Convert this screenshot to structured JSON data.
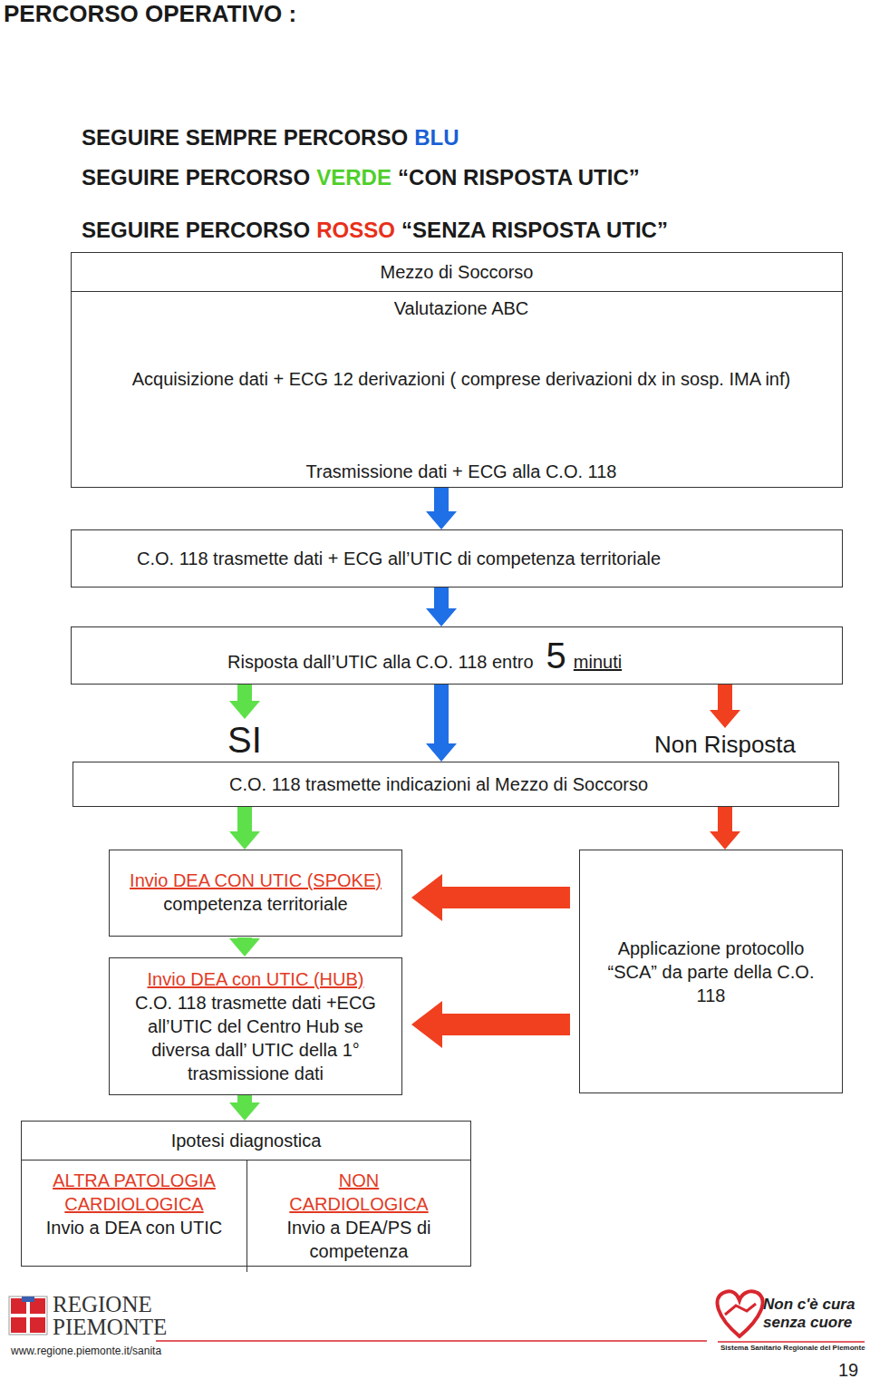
{
  "diagram": {
    "title": "PERCORSO OPERATIVO :",
    "nodes": [
      {
        "text": [
          "Mezzo di Soccorso"
        ]
      },
      {
        "text": [
          "Valutazione ABC"
        ],
        "in": 0
      },
      {
        "text": [
          "Acquisizione dati + ECG 12 derivazioni ( comprese derivazioni dx in sosp. IMA inf)"
        ],
        "in": 0
      },
      {
        "text": [
          "Trasmissione dati + ECG alla C.O. 118"
        ],
        "in": 0
      },
      {
        "text": [
          "C.O. 118 trasmette dati + ECG all’UTIC di competenza territoriale"
        ]
      },
      {
        "text": [
          "Risposta dall’UTIC alla C.O. 118 entro",
          "5",
          "minuti"
        ]
      },
      {
        "text": [
          "C.O. 118 trasmette indicazioni al Mezzo di Soccorso"
        ]
      },
      {
        "text": [
          "Invio DEA CON UTIC (SPOKE)",
          "competenza territoriale"
        ]
      },
      {
        "text": [
          "Invio DEA con UTIC (HUB)",
          "C.O. 118 trasmette dati +ECG all’UTIC del Centro Hub se diversa dall’ UTIC della 1° trasmissione dati"
        ]
      },
      {
        "text": [
          "Applicazione protocollo “SCA” da parte della C.O. 118"
        ]
      },
      {
        "text": [
          "Ipotesi diagnostica"
        ]
      },
      {
        "text": [
          "ALTRA PATOLOGIA CARDIOLOGICA",
          "Invio a DEA con UTIC"
        ],
        "in": 10
      },
      {
        "text": [
          "NON CARDIOLOGICA",
          "Invio a DEA/PS di competenza"
        ],
        "in": 10
      }
    ],
    "edges": [
      {
        "from": 1,
        "to": 2,
        "arrow": "to"
      },
      {
        "from": 2,
        "to": 3,
        "arrow": "to"
      },
      {
        "from": 0,
        "to": 4,
        "arrow": "to"
      },
      {
        "from": 4,
        "to": 5,
        "arrow": "to"
      },
      {
        "from": 5,
        "to": 6,
        "arrow": "to"
      },
      {
        "from": 5,
        "to": 6,
        "label": "SI",
        "arrow": "to"
      },
      {
        "from": 5,
        "to": 6,
        "label": "Non Risposta",
        "arrow": "to"
      },
      {
        "from": 6,
        "to": 7,
        "arrow": "to"
      },
      {
        "from": 7,
        "to": 8,
        "arrow": "to"
      },
      {
        "from": 8,
        "to": 10,
        "arrow": "to"
      },
      {
        "from": 6,
        "to": 9,
        "arrow": "to"
      },
      {
        "from": 9,
        "to": 7,
        "arrow": "to"
      },
      {
        "from": 9,
        "to": 8,
        "arrow": "to"
      }
    ],
    "labels": [
      "SEGUIRE SEMPRE PERCORSO",
      "BLU",
      "SEGUIRE PERCORSO",
      "VERDE",
      "“CON RISPOSTA UTIC”",
      "SEGUIRE PERCORSO",
      "ROSSO",
      "“SENZA RISPOSTA UTIC”",
      "118",
      "PIEMONTE",
      "118",
      "PIEMONTE",
      "REGIONE",
      "PIEMONTE",
      "www.regione.piemonte.it/sanita",
      "Non c'è cura senza cuore",
      "Sistema Sanitario Regionale del Piemonte",
      "19"
    ]
  }
}
